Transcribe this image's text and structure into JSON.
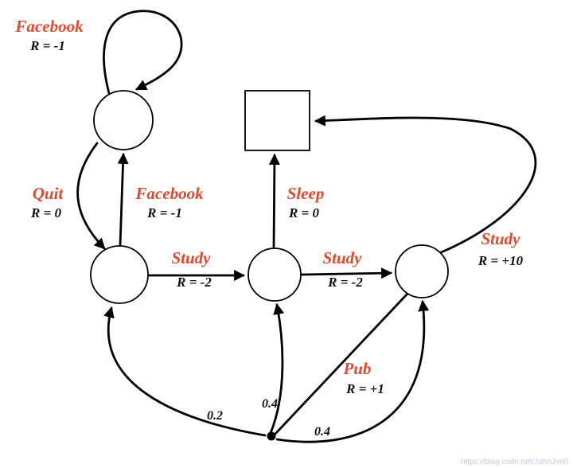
{
  "colors": {
    "action": "#e2482c",
    "reward": "#111111",
    "stroke": "#000000",
    "node-fill": "#ffffff",
    "watermark": "#c3cde0"
  },
  "diagram": {
    "labels": {
      "facebook_top": {
        "action": "Facebook",
        "reward": "R = -1"
      },
      "quit": {
        "action": "Quit",
        "reward": "R = 0"
      },
      "facebook_mid": {
        "action": "Facebook",
        "reward": "R = -1"
      },
      "sleep": {
        "action": "Sleep",
        "reward": "R = 0"
      },
      "study_left": {
        "action": "Study",
        "reward": "R = -2"
      },
      "study_mid": {
        "action": "Study",
        "reward": "R = -2"
      },
      "study_right": {
        "action": "Study",
        "reward": "R = +10"
      },
      "pub": {
        "action": "Pub",
        "reward": "R = +1"
      }
    },
    "probabilities": {
      "to_left": "0.2",
      "to_mid": "0.4",
      "to_right": "0.4"
    },
    "watermark": "https://blog.csdn.net/JohnJim0"
  }
}
